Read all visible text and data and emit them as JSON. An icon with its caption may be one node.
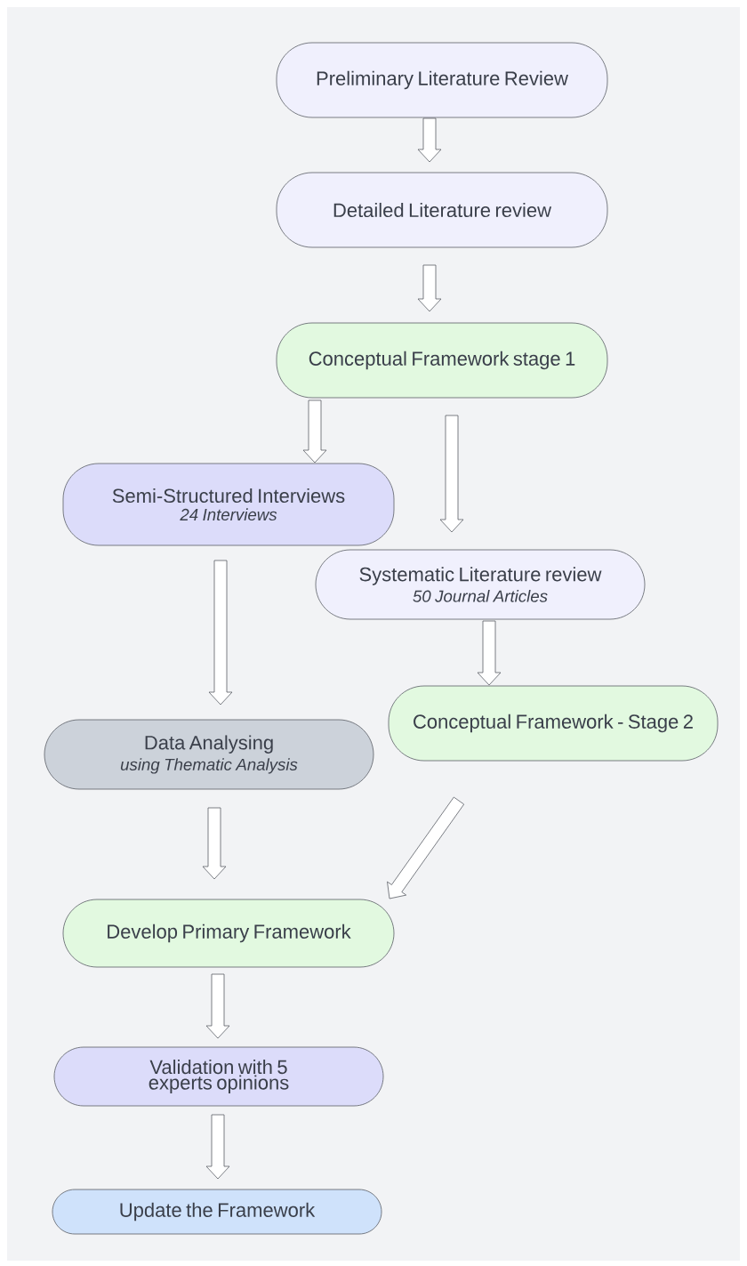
{
  "diagram": {
    "nodes": [
      {
        "text": [
          "Preliminary Literature Review"
        ]
      },
      {
        "text": [
          "Detailed Literature review"
        ]
      },
      {
        "text": [
          "Conceptual Framework stage 1"
        ]
      },
      {
        "text": [
          "Semi-Structured Interviews",
          "24 Interviews"
        ]
      },
      {
        "text": [
          "Systematic Literature review",
          "50 Journal Articles"
        ]
      },
      {
        "text": [
          "Data Analysing",
          "using Thematic Analysis"
        ]
      },
      {
        "text": [
          "Conceptual Framework - Stage 2"
        ]
      },
      {
        "text": [
          "Develop Primary Framework"
        ]
      },
      {
        "text": [
          "Validation with 5 experts opinions"
        ]
      },
      {
        "text": [
          "Update the Framework"
        ]
      }
    ],
    "edges": [
      {
        "from": 0,
        "to": 1,
        "arrow": "to"
      },
      {
        "from": 1,
        "to": 2,
        "arrow": "to"
      },
      {
        "from": 2,
        "to": 3,
        "arrow": "to"
      },
      {
        "from": 2,
        "to": 4,
        "arrow": "to"
      },
      {
        "from": 3,
        "to": 5,
        "arrow": "to"
      },
      {
        "from": 4,
        "to": 6,
        "arrow": "to"
      },
      {
        "from": 5,
        "to": 7,
        "arrow": "to"
      },
      {
        "from": 6,
        "to": 7,
        "arrow": "to"
      },
      {
        "from": 7,
        "to": 8,
        "arrow": "to"
      },
      {
        "from": 8,
        "to": 9,
        "arrow": "to"
      }
    ]
  }
}
